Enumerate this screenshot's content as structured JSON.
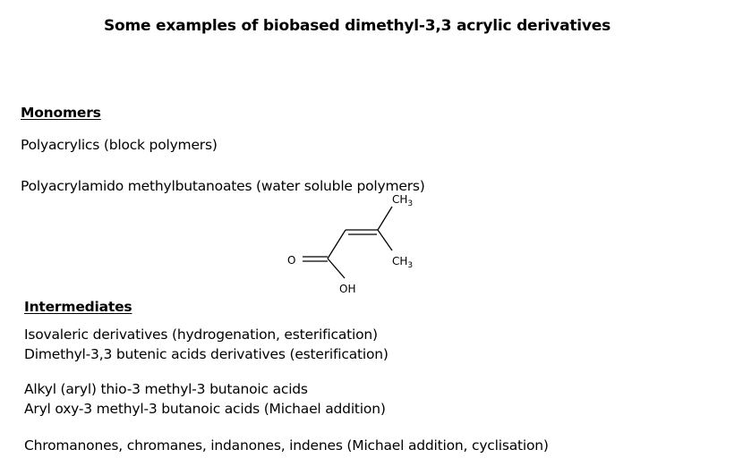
{
  "title": "Some examples of biobased dimethyl-3,3 acrylic derivatives",
  "monomers": {
    "heading": "Monomers",
    "items": [
      "Polyacrylics (block polymers)",
      "Polyacrylamido methylbutanoates (water soluble polymers)"
    ]
  },
  "structure": {
    "label_ch3_top": "CH3",
    "label_ch3_right": "CH3",
    "label_oh": "OH",
    "label_o": "O"
  },
  "intermediates": {
    "heading": "Intermediates",
    "group1": [
      "Isovaleric derivatives (hydrogenation, esterification)",
      "Dimethyl-3,3 butenic acids derivatives (esterification)"
    ],
    "group2": [
      "Alkyl (aryl) thio-3 methyl-3 butanoic acids",
      "Aryl oxy-3 methyl-3 butanoic acids (Michael addition)"
    ],
    "group3": [
      "Chromanones, chromanes, indanones, indenes (Michael addition, cyclisation)"
    ]
  }
}
